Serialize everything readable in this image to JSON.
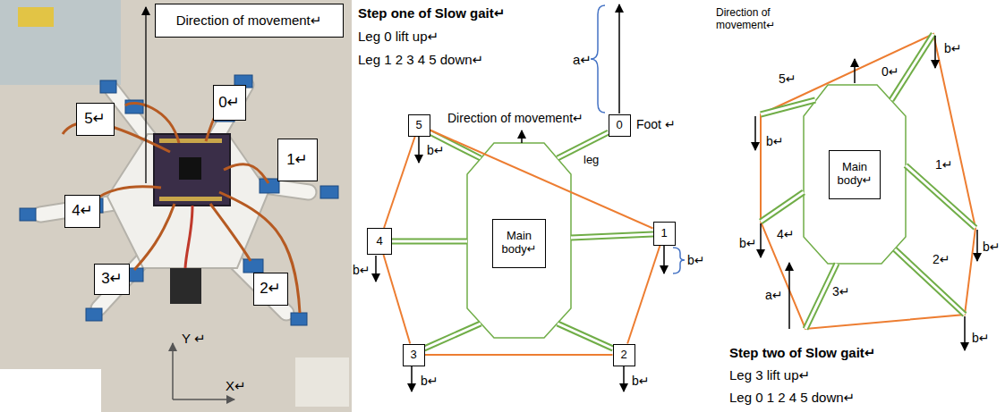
{
  "diagram": {
    "nodes": [
      {
        "text": [
          "Direction of movement↵"
        ]
      },
      {
        "text": [
          "0↵"
        ]
      },
      {
        "text": [
          "5↵"
        ]
      },
      {
        "text": [
          "1↵"
        ]
      },
      {
        "text": [
          "4↵"
        ]
      },
      {
        "text": [
          "3↵"
        ]
      },
      {
        "text": [
          "2↵"
        ]
      },
      {
        "text": [
          "5"
        ]
      },
      {
        "text": [
          "0"
        ]
      },
      {
        "text": [
          "Main body↵"
        ]
      },
      {
        "text": [
          "1"
        ]
      },
      {
        "text": [
          "4"
        ]
      },
      {
        "text": [
          "3"
        ]
      },
      {
        "text": [
          "2"
        ]
      },
      {
        "text": [
          "Main body↵"
        ]
      }
    ],
    "edges": [
      {
        "from": 7,
        "to": 10,
        "arrow": "none"
      },
      {
        "from": 10,
        "to": 13,
        "arrow": "none"
      },
      {
        "from": 13,
        "to": 12,
        "arrow": "none"
      },
      {
        "from": 12,
        "to": 11,
        "arrow": "none"
      },
      {
        "from": 11,
        "to": 7,
        "arrow": "none"
      }
    ],
    "labels": [
      "Y ↵",
      "X↵",
      "Step one of Slow gait↵",
      "Leg 0 lift up↵",
      "Leg 1 2 3 4 5 down↵",
      "a↵",
      "Direction of movement↵",
      "Foot ↵",
      "leg",
      "b↵",
      "b↵",
      "b↵",
      "b↵",
      "b↵",
      "Direction of movement↵",
      "0↵",
      "5↵",
      "b↵",
      "1↵",
      "b↵",
      "4↵",
      "b↵",
      "a↵",
      "b↵",
      "3↵",
      "2↵",
      "b↵",
      "Step two of Slow gait↵",
      "Leg 3 lift up↵",
      "Leg 0 1 2 4 5 down↵"
    ]
  }
}
